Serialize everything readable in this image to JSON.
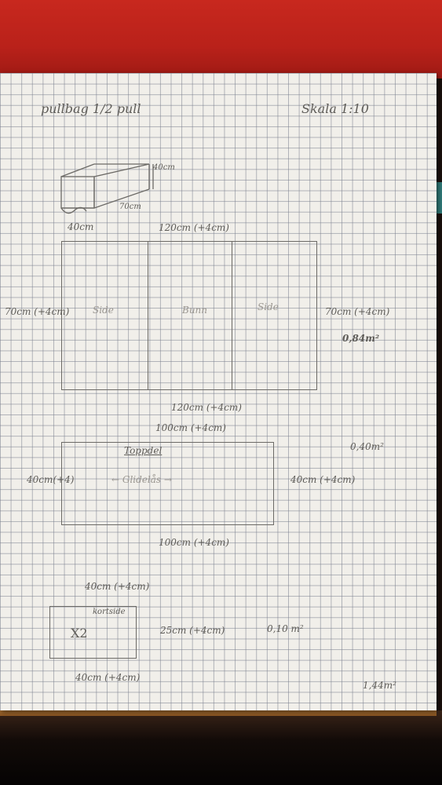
{
  "title": "pullbag 1/2 pull",
  "scale": "Skala 1:10",
  "sketch": {
    "height_label": "40cm",
    "depth_label": "70cm",
    "width_label": "40cm"
  },
  "main_panel": {
    "top_label": "120cm (+4cm)",
    "left_label": "70cm (+4cm)",
    "sections": [
      "Side",
      "Bunn",
      "Side"
    ],
    "right_label": "70cm (+4cm)",
    "area": "0,84m²",
    "bottom_label": "120cm (+4cm)"
  },
  "top_panel": {
    "top_label": "100cm (+4cm)",
    "title": "Toppdel",
    "note": "← Glidelås →",
    "left_label": "40cm(+4)",
    "right_label": "40cm (+4cm)",
    "area": "0,40m²",
    "bottom_label": "100cm (+4cm)"
  },
  "end_panel": {
    "top_label": "40cm (+4cm)",
    "title": "kortside",
    "count": "X2",
    "side_label": "25cm (+4cm)",
    "area": "0,10 m²",
    "bottom_label": "40cm (+4cm)"
  },
  "total_area": "1,44m²"
}
